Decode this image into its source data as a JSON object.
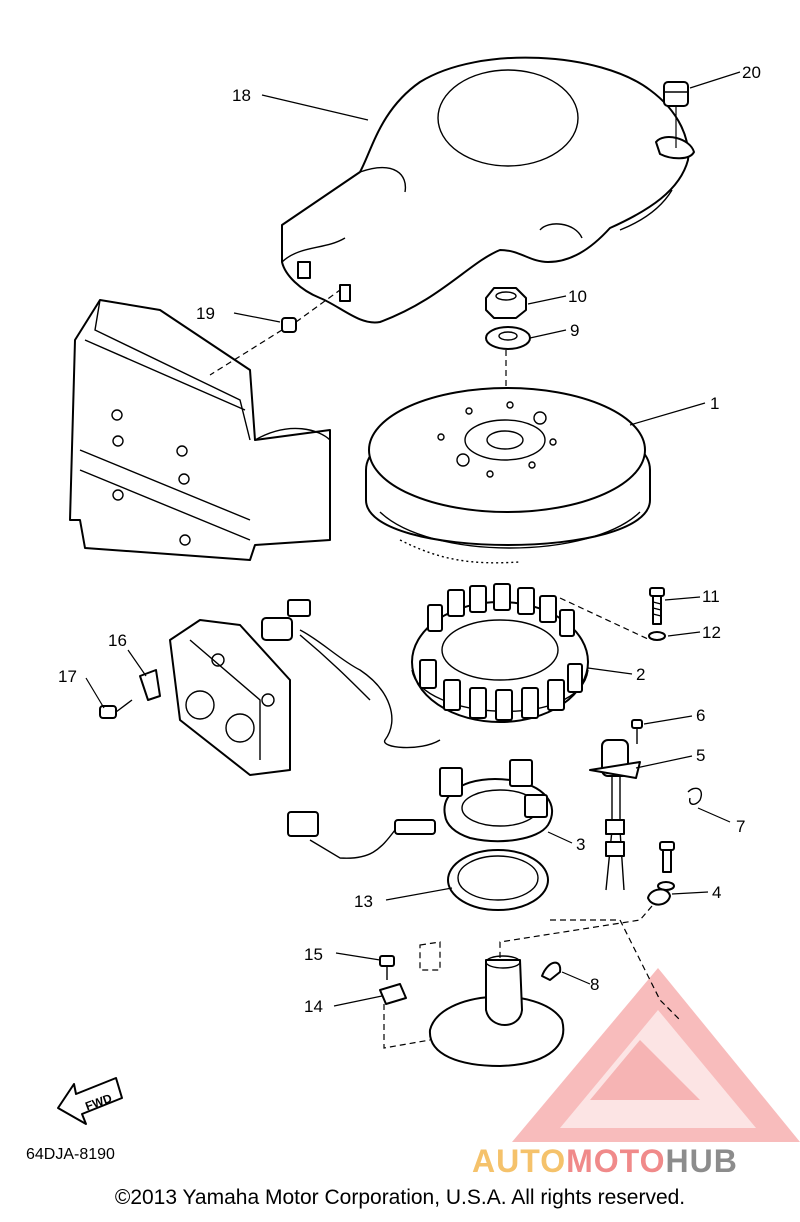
{
  "diagram": {
    "part_numbers": {
      "p1": "1",
      "p2": "2",
      "p3": "3",
      "p4": "4",
      "p5": "5",
      "p6": "6",
      "p7": "7",
      "p8": "8",
      "p9": "9",
      "p10": "10",
      "p11": "11",
      "p12": "12",
      "p13": "13",
      "p14": "14",
      "p15": "15",
      "p16": "16",
      "p17": "17",
      "p18": "18",
      "p19": "19",
      "p20": "20"
    },
    "fwd_label": "FWD",
    "diagram_code": "64DJA-8190"
  },
  "watermark": {
    "text_auto": "AUTO",
    "text_moto": "MOTO",
    "text_hub": "HUB",
    "colors": {
      "auto": "#f5c26b",
      "moto": "#f08a8a",
      "hub": "#8c8c8c",
      "logo": "#ef6f6f"
    }
  },
  "footer": {
    "copyright": "©2013 Yamaha Motor Corporation, U.S.A. All rights reserved."
  }
}
